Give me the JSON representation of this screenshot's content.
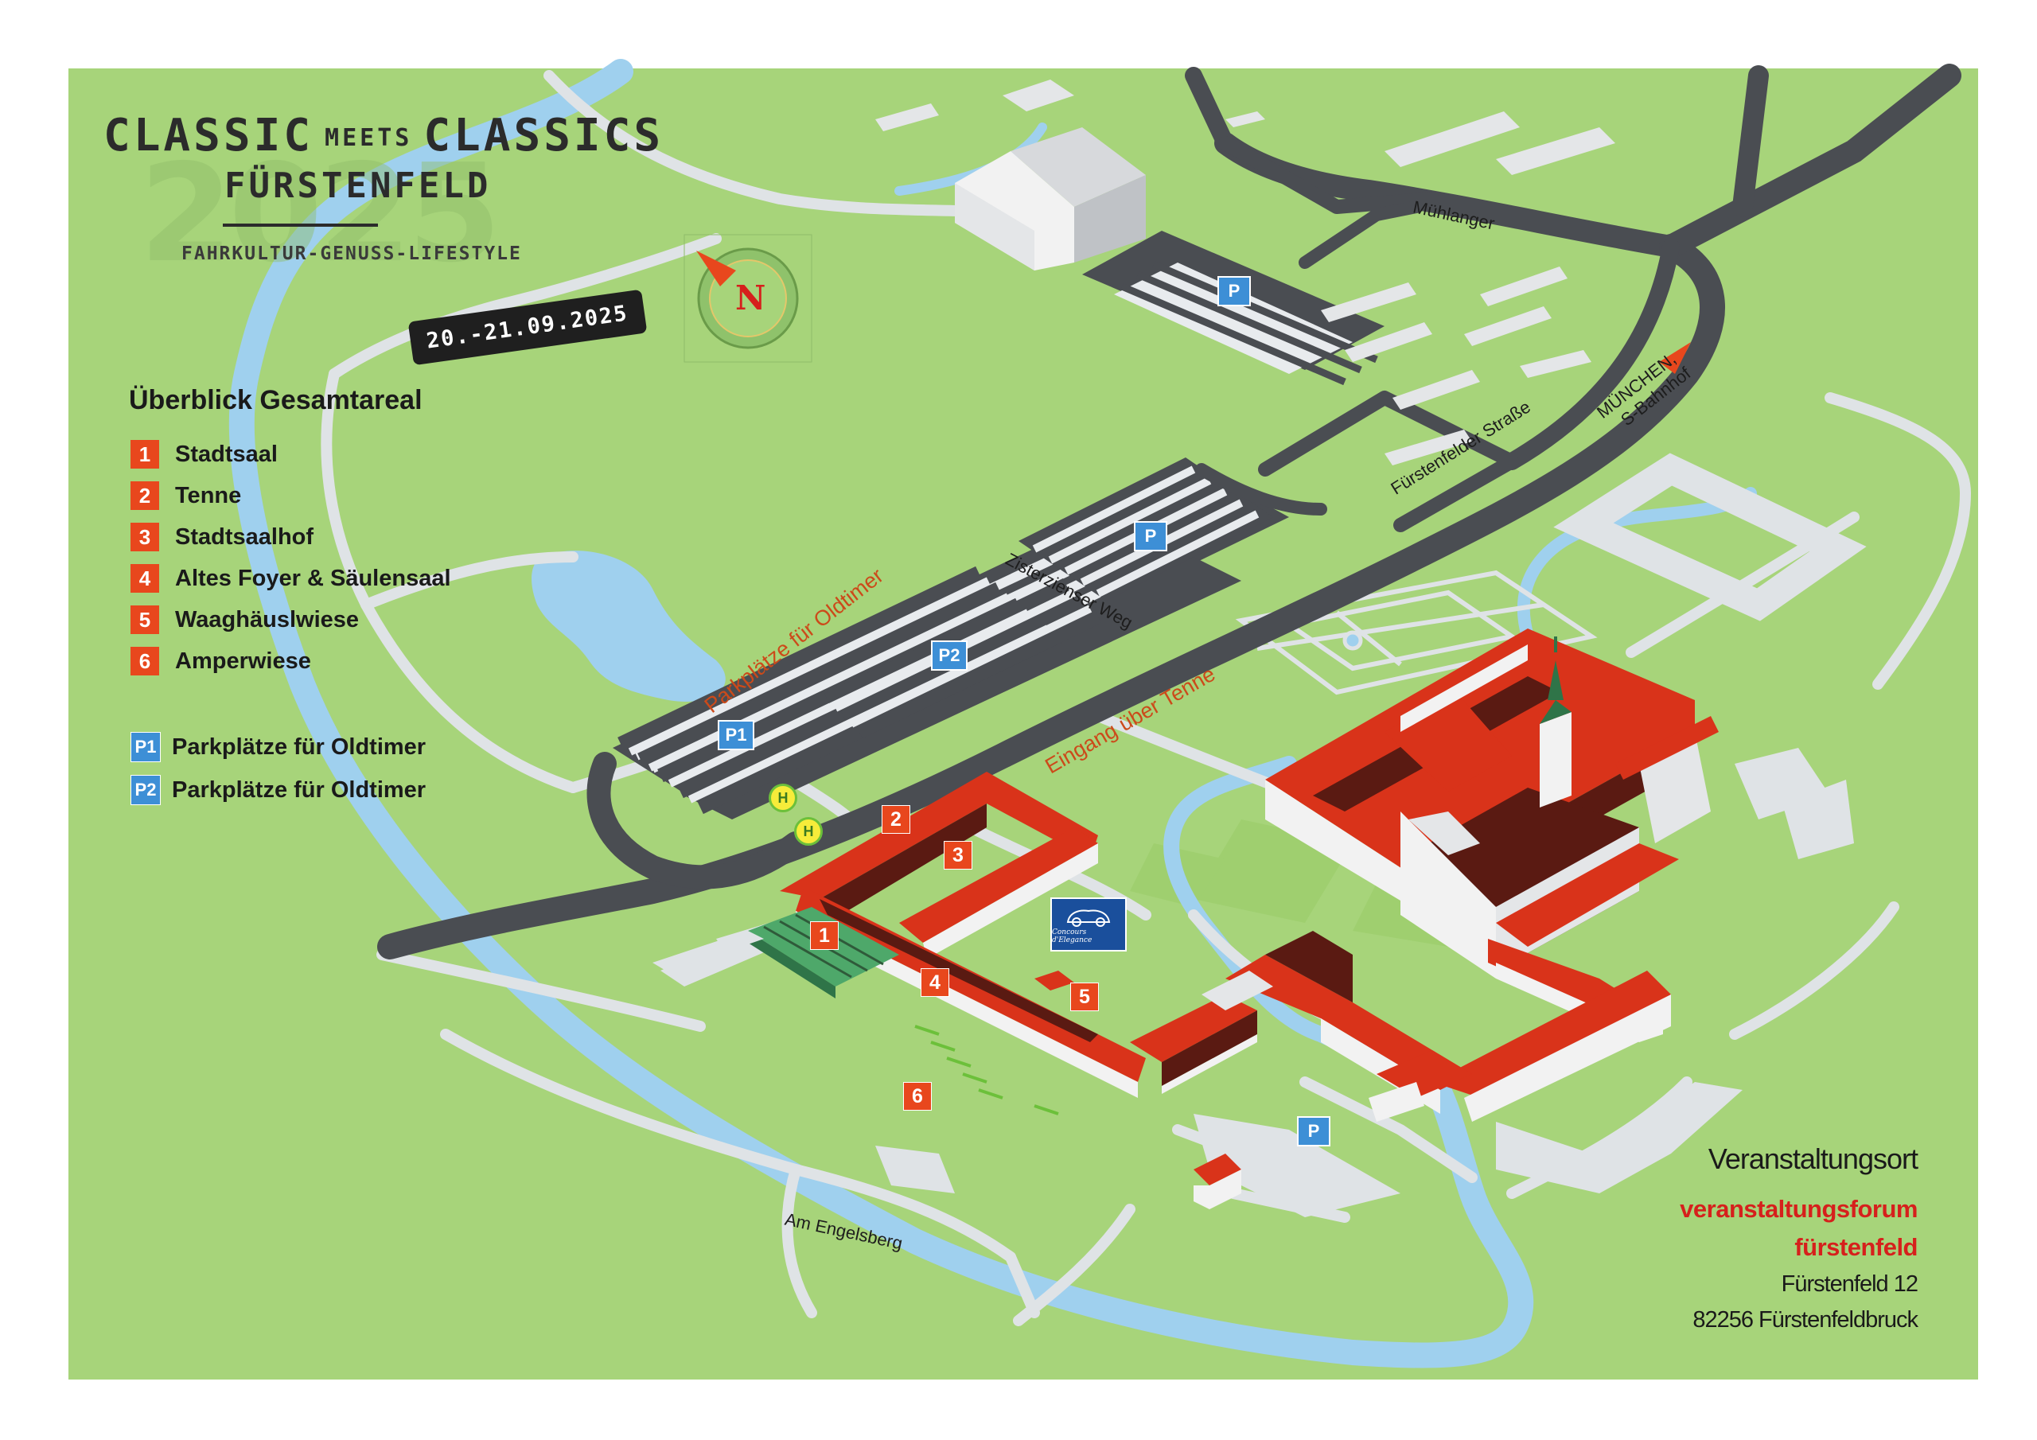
{
  "header": {
    "title_left": "CLASSIC",
    "title_meets": "MEETS",
    "title_right": "CLASSICS",
    "subtitle": "FÜRSTENFELD",
    "tagline": "FAHRKULTUR-GENUSS-LIFESTYLE",
    "ghost_year": "2025",
    "date_badge": "20.-21.09.2025"
  },
  "legend": {
    "title": "Überblick Gesamtareal",
    "items": [
      {
        "num": "1",
        "label": "Stadtsaal"
      },
      {
        "num": "2",
        "label": "Tenne"
      },
      {
        "num": "3",
        "label": "Stadtsaalhof"
      },
      {
        "num": "4",
        "label": "Altes Foyer & Säulensaal"
      },
      {
        "num": "5",
        "label": "Waaghäuslwiese"
      },
      {
        "num": "6",
        "label": "Amperwiese"
      }
    ],
    "parking": [
      {
        "code": "P1",
        "label": "Parkplätze für Oldtimer"
      },
      {
        "code": "P2",
        "label": "Parkplätze für Oldtimer"
      }
    ]
  },
  "compass": {
    "letter": "N",
    "icon": "compass-icon"
  },
  "map_labels": {
    "muehlanger": "Mühlanger",
    "fuerstenfelder_strasse": "Fürstenfelder Straße",
    "muenchen_line1": "MÜNCHEN,",
    "muenchen_line2": "S-Bahnhof",
    "zisterzienser_weg": "Zisterzienser Weg",
    "parkplaetze_oldtimer": "Parkplätze für Oldtimer",
    "eingang_tenne": "Eingang über Tenne",
    "am_engelsberg": "Am Engelsberg"
  },
  "markers": {
    "parking_p": "P",
    "p1": "P1",
    "p2": "P2",
    "bus_stop": "H",
    "n1": "1",
    "n2": "2",
    "n3": "3",
    "n4": "4",
    "n5": "5",
    "n6": "6"
  },
  "venue": {
    "heading": "Veranstaltungsort",
    "name_line1": "veranstaltungsforum",
    "name_line2": "fürstenfeld",
    "street": "Fürstenfeld 12",
    "city": "82256 Fürstenfeldbruck"
  },
  "sponsor_logo": {
    "text": "Concours d'Elegance"
  },
  "colors": {
    "meadow": "#a7d47a",
    "meadow_dark": "#8ec35f",
    "road": "#4a4d52",
    "path": "#dfe3e6",
    "water": "#9fd0ee",
    "roof": "#d9331a",
    "roof_dark": "#5a1a12",
    "wall": "#f2f2f2",
    "marker_orange": "#e8471d",
    "marker_blue": "#3d8fd6",
    "venue_red": "#d6201c"
  }
}
